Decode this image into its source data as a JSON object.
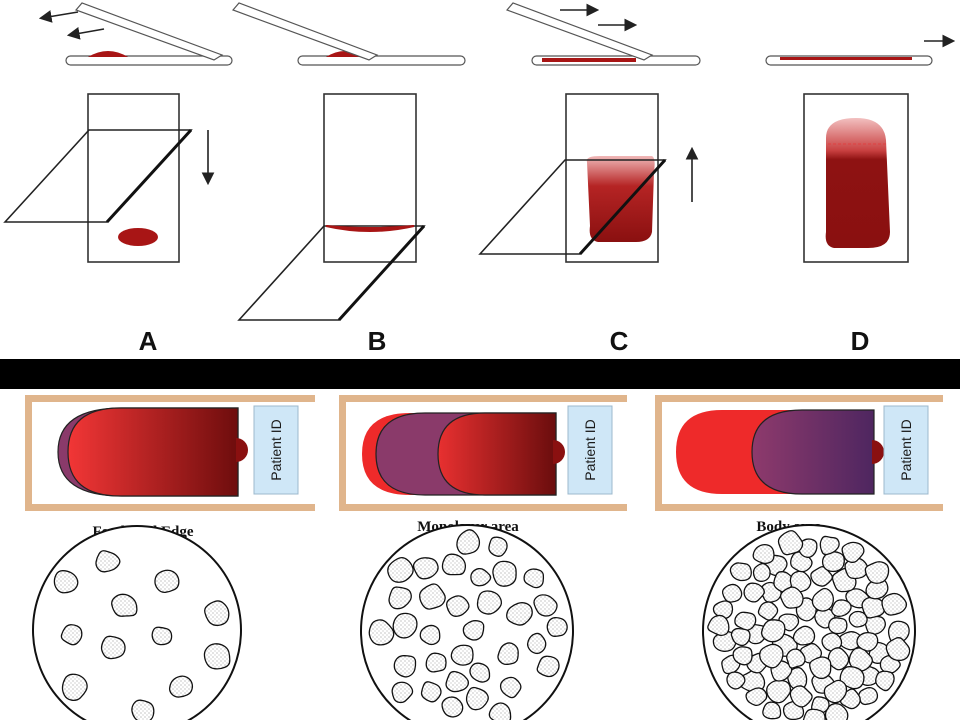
{
  "steps": {
    "a_label": "A",
    "b_label": "B",
    "c_label": "C",
    "d_label": "D"
  },
  "zones": {
    "feathered_caption": "Feathered Edge",
    "monolayer_caption": "Monolayer area",
    "body_caption": "Body area",
    "slide_id_label": "Patient ID"
  },
  "colors": {
    "blood": "#8b0f0f",
    "blood_light": "#e8a0a0",
    "purple_zone": "#8a3a6a",
    "red_zone": "#ee2a2a",
    "slide_frame": "#e0b58c",
    "id_box": "#cfe7f7",
    "divider_bar": "#000000"
  },
  "icons": {
    "direction_arrow": "arrow-icon",
    "cell": "red-cell-icon"
  }
}
